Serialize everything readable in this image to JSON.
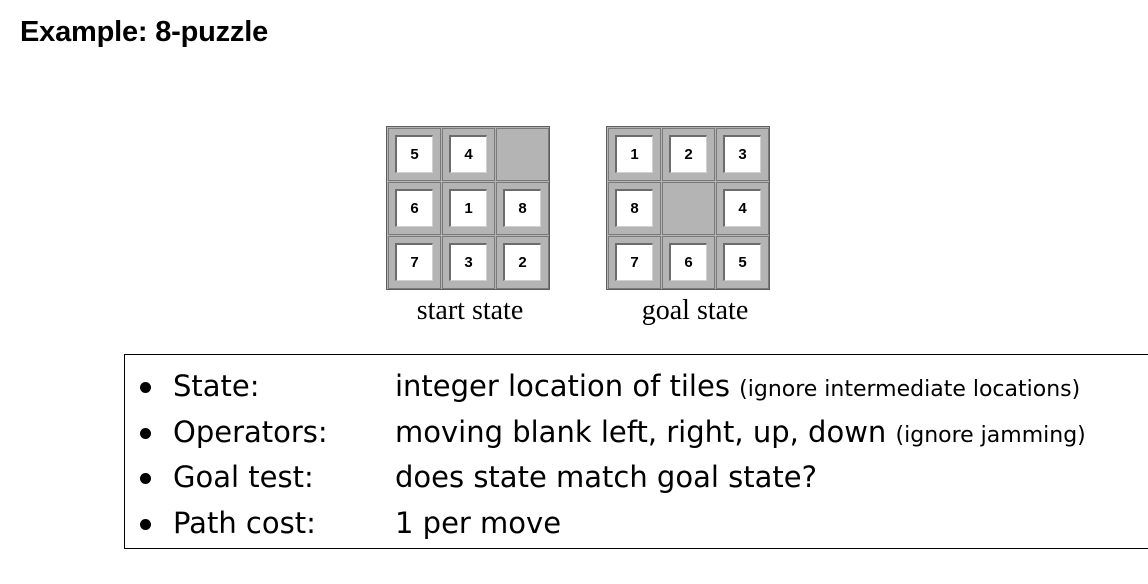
{
  "title": "Example: 8-puzzle",
  "start_state": {
    "caption": "start state",
    "tiles": [
      "5",
      "4",
      "",
      "6",
      "1",
      "8",
      "7",
      "3",
      "2"
    ]
  },
  "goal_state": {
    "caption": "goal state",
    "tiles": [
      "1",
      "2",
      "3",
      "8",
      "",
      "4",
      "7",
      "6",
      "5"
    ]
  },
  "definitions": [
    {
      "term": "State:",
      "description": "integer location of tiles",
      "note": "(ignore intermediate locations)"
    },
    {
      "term": "Operators:",
      "description": "moving blank left, right, up, down",
      "note": "(ignore jamming)"
    },
    {
      "term": "Goal test:",
      "description": "does state match goal state?",
      "note": ""
    },
    {
      "term": "Path cost:",
      "description": "1 per move",
      "note": ""
    }
  ],
  "colors": {
    "board_background": "#b4b4b4",
    "tile_background": "#ffffff",
    "text": "#000000"
  }
}
